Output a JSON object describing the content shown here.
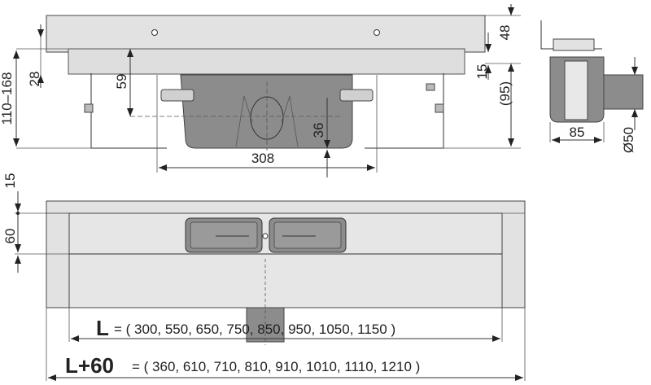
{
  "side_view": {
    "dims": {
      "d48": "48",
      "d15": "15",
      "d95": "(95)",
      "d110_168": "110–168",
      "d28": "28",
      "d59": "59",
      "d36": "36",
      "d308": "308"
    }
  },
  "end_view": {
    "dims": {
      "d85": "85",
      "d50": "Ø50"
    }
  },
  "top_view": {
    "dims": {
      "d15": "15",
      "d60": "60"
    },
    "L": {
      "label": "L",
      "values": "= ( 300, 550, 650, 750, 850, 950, 1050, 1150 )"
    },
    "L60": {
      "label": "L+60",
      "values": "= ( 360, 610, 710, 810, 910, 1010, 1110, 1210 )"
    }
  },
  "colors": {
    "plate": "#e2e2e2",
    "body": "#8c8c8c",
    "line": "#333333"
  }
}
